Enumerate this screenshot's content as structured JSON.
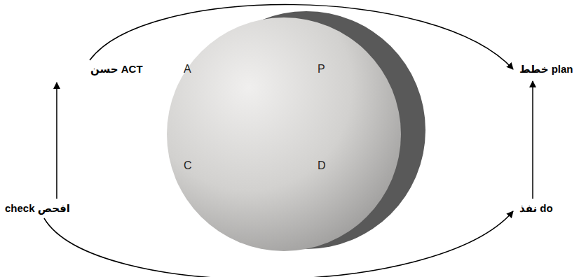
{
  "diagram": {
    "nodes": [
      {
        "text": [
          "A",
          "P",
          "C",
          "D"
        ]
      },
      {
        "text": [
          "حسن ACT"
        ]
      },
      {
        "text": [
          "خطط plan"
        ]
      },
      {
        "text": [
          "check افحص"
        ]
      },
      {
        "text": [
          "نفذ do"
        ]
      }
    ],
    "edges": [
      {
        "from": 1,
        "to": 2,
        "arrow": "to"
      },
      {
        "from": 3,
        "to": 1,
        "arrow": "to"
      },
      {
        "from": 4,
        "to": 2,
        "arrow": "to"
      },
      {
        "from": 3,
        "to": 4,
        "arrow": "to"
      }
    ]
  }
}
